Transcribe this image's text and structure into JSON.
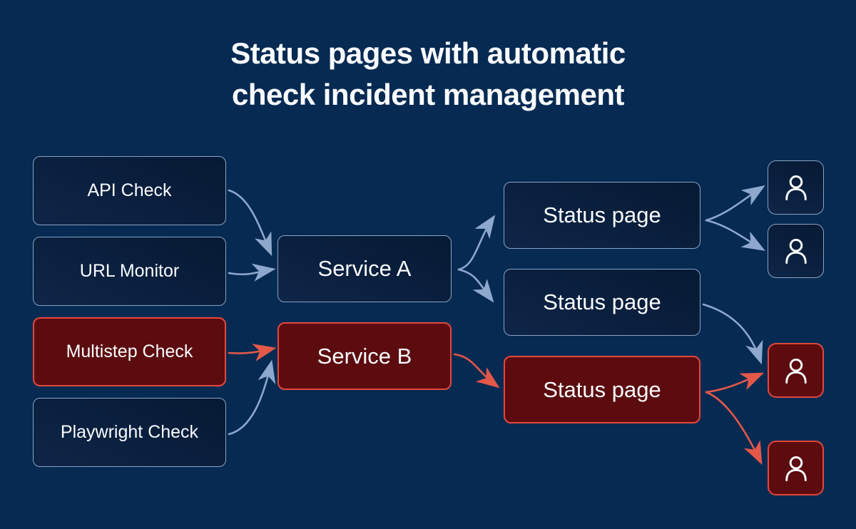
{
  "title": {
    "line1": "Status pages with automatic",
    "line2": "check incident management"
  },
  "colors": {
    "background": "#062a52",
    "node-fill-dark": "#071a35",
    "node-fill-light": "#0e2547",
    "node-border-blue": "#8aa2c4",
    "node-fill-red": "#5c0c0f",
    "node-border-red": "#e2483c",
    "arrow-blue": "#8ea7cc",
    "arrow-red": "#e45849",
    "text": "#fafcff"
  },
  "nodes": {
    "checks": [
      {
        "label": "API Check",
        "status": "ok"
      },
      {
        "label": "URL Monitor",
        "status": "ok"
      },
      {
        "label": "Multistep Check",
        "status": "alert"
      },
      {
        "label": "Playwright Check",
        "status": "ok"
      }
    ],
    "services": [
      {
        "label": "Service A",
        "status": "ok"
      },
      {
        "label": "Service B",
        "status": "alert"
      }
    ],
    "status_pages": [
      {
        "label": "Status page",
        "status": "ok"
      },
      {
        "label": "Status page",
        "status": "ok"
      },
      {
        "label": "Status page",
        "status": "alert"
      }
    ],
    "subscribers": [
      {
        "icon": "user-icon",
        "status": "ok"
      },
      {
        "icon": "user-icon",
        "status": "ok"
      },
      {
        "icon": "user-icon",
        "status": "alert"
      },
      {
        "icon": "user-icon",
        "status": "alert"
      }
    ]
  },
  "edges": [
    {
      "from": "api-check",
      "to": "service-a",
      "color": "blue"
    },
    {
      "from": "url-monitor",
      "to": "service-a",
      "color": "blue"
    },
    {
      "from": "multistep-check",
      "to": "service-b",
      "color": "red"
    },
    {
      "from": "playwright-check",
      "to": "service-b",
      "color": "blue"
    },
    {
      "from": "service-a",
      "to": "status-page-1",
      "color": "blue"
    },
    {
      "from": "service-a",
      "to": "status-page-2",
      "color": "blue"
    },
    {
      "from": "service-b",
      "to": "status-page-3",
      "color": "red"
    },
    {
      "from": "status-page-1",
      "to": "subscriber-1",
      "color": "blue"
    },
    {
      "from": "status-page-1",
      "to": "subscriber-2",
      "color": "blue"
    },
    {
      "from": "status-page-2",
      "to": "subscriber-3",
      "color": "blue"
    },
    {
      "from": "status-page-3",
      "to": "subscriber-3",
      "color": "red"
    },
    {
      "from": "status-page-3",
      "to": "subscriber-4",
      "color": "red"
    }
  ]
}
